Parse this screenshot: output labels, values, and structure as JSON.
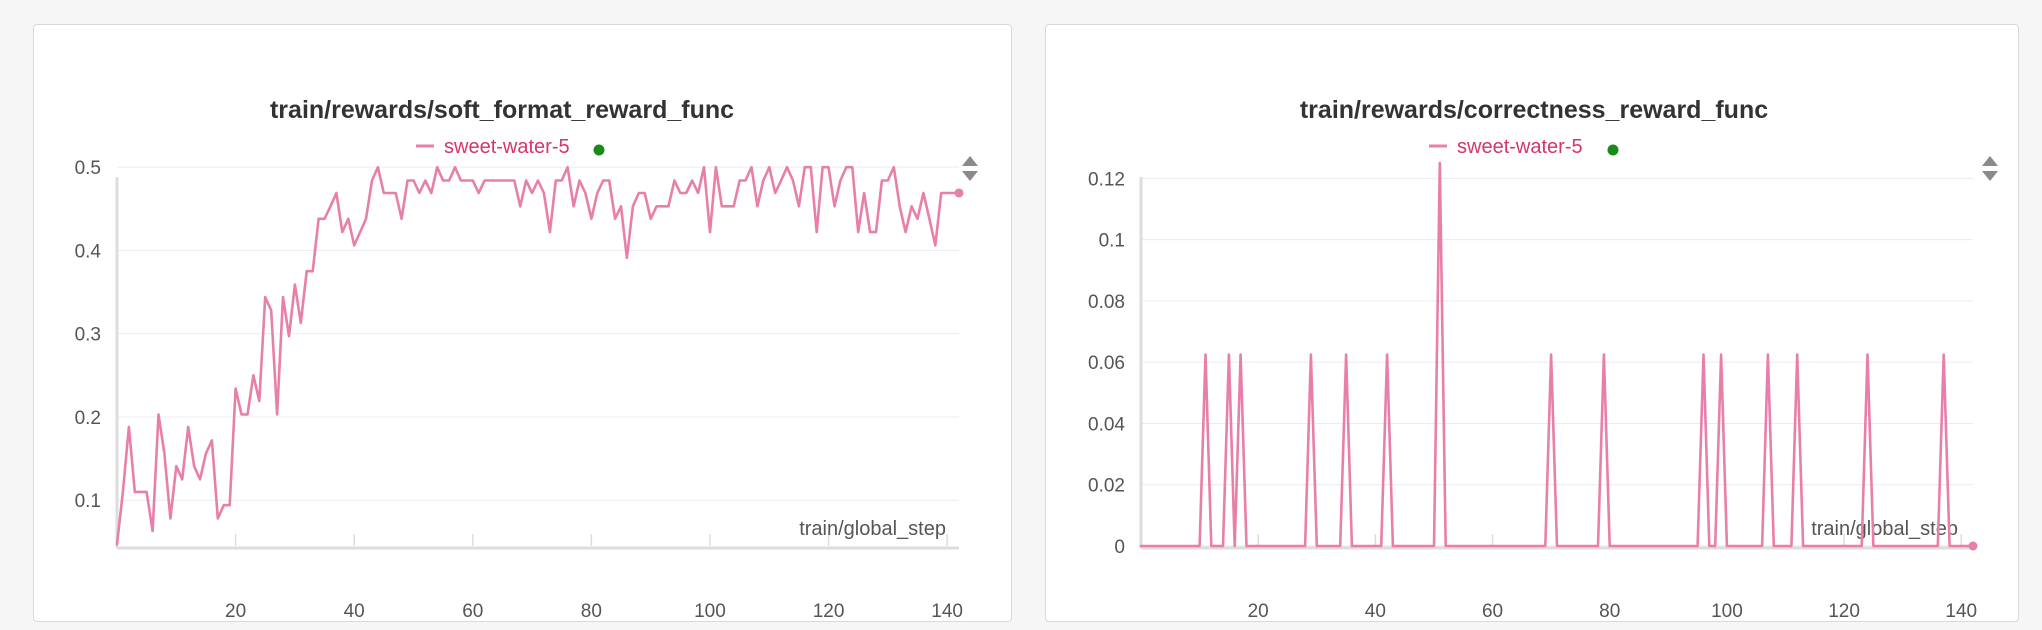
{
  "colors": {
    "series": "#e87fa8",
    "legend_text": "#d4356b",
    "status_dot": "#1a8a1a",
    "scroll_icon": "#8a8a8a"
  },
  "icons": {
    "status": "status-dot-icon",
    "scroll": "scroll-arrows-icon"
  },
  "chart_data": [
    {
      "type": "line",
      "title": "train/rewards/soft_format_reward_func",
      "xlabel": "train/global_step",
      "ylabel": "",
      "legend": "sweet-water-5",
      "xlim": [
        0,
        142
      ],
      "ylim": [
        0.045,
        0.505
      ],
      "xticks": [
        20,
        40,
        60,
        80,
        100,
        120,
        140
      ],
      "yticks": [
        0.1,
        0.2,
        0.3,
        0.4,
        0.5
      ],
      "ytick_labels": [
        "0.1",
        "0.2",
        "0.3",
        "0.4",
        "0.5"
      ],
      "grid": true,
      "end_marker": true,
      "series": [
        {
          "name": "sweet-water-5",
          "x": [
            0,
            1,
            2,
            3,
            4,
            5,
            6,
            7,
            8,
            9,
            10,
            11,
            12,
            13,
            14,
            15,
            16,
            17,
            18,
            19,
            20,
            21,
            22,
            23,
            24,
            25,
            26,
            27,
            28,
            29,
            30,
            31,
            32,
            33,
            34,
            35,
            36,
            37,
            38,
            39,
            40,
            41,
            42,
            43,
            44,
            45,
            46,
            47,
            48,
            49,
            50,
            51,
            52,
            53,
            54,
            55,
            56,
            57,
            58,
            59,
            60,
            61,
            62,
            63,
            64,
            65,
            66,
            67,
            68,
            69,
            70,
            71,
            72,
            73,
            74,
            75,
            76,
            77,
            78,
            79,
            80,
            81,
            82,
            83,
            84,
            85,
            86,
            87,
            88,
            89,
            90,
            91,
            92,
            93,
            94,
            95,
            96,
            97,
            98,
            99,
            100,
            101,
            102,
            103,
            104,
            105,
            106,
            107,
            108,
            109,
            110,
            111,
            112,
            113,
            114,
            115,
            116,
            117,
            118,
            119,
            120,
            121,
            122,
            123,
            124,
            125,
            126,
            127,
            128,
            129,
            130,
            131,
            132,
            133,
            134,
            135,
            136,
            137,
            138,
            139,
            140,
            141,
            142
          ],
          "y": [
            0.047,
            0.11,
            0.188,
            0.11,
            0.11,
            0.11,
            0.063,
            0.203,
            0.156,
            0.078,
            0.141,
            0.125,
            0.188,
            0.141,
            0.125,
            0.156,
            0.172,
            0.078,
            0.094,
            0.094,
            0.234,
            0.203,
            0.203,
            0.25,
            0.219,
            0.344,
            0.328,
            0.203,
            0.344,
            0.297,
            0.359,
            0.313,
            0.375,
            0.375,
            0.438,
            0.438,
            0.453,
            0.469,
            0.422,
            0.438,
            0.406,
            0.422,
            0.438,
            0.484,
            0.5,
            0.469,
            0.469,
            0.469,
            0.438,
            0.484,
            0.484,
            0.469,
            0.484,
            0.469,
            0.5,
            0.484,
            0.484,
            0.5,
            0.484,
            0.484,
            0.484,
            0.469,
            0.484,
            0.484,
            0.484,
            0.484,
            0.484,
            0.484,
            0.453,
            0.484,
            0.469,
            0.484,
            0.469,
            0.422,
            0.484,
            0.484,
            0.5,
            0.453,
            0.484,
            0.469,
            0.438,
            0.469,
            0.484,
            0.484,
            0.438,
            0.453,
            0.391,
            0.453,
            0.469,
            0.469,
            0.438,
            0.453,
            0.453,
            0.453,
            0.484,
            0.469,
            0.469,
            0.484,
            0.469,
            0.5,
            0.422,
            0.5,
            0.453,
            0.453,
            0.453,
            0.484,
            0.484,
            0.5,
            0.453,
            0.484,
            0.5,
            0.469,
            0.484,
            0.5,
            0.484,
            0.453,
            0.5,
            0.5,
            0.422,
            0.5,
            0.5,
            0.453,
            0.484,
            0.5,
            0.5,
            0.422,
            0.469,
            0.422,
            0.422,
            0.484,
            0.484,
            0.5,
            0.453,
            0.422,
            0.453,
            0.438,
            0.469,
            0.438,
            0.406,
            0.469,
            0.469,
            0.469,
            0.469
          ]
        }
      ]
    },
    {
      "type": "line",
      "title": "train/rewards/correctness_reward_func",
      "xlabel": "train/global_step",
      "ylabel": "",
      "legend": "sweet-water-5",
      "xlim": [
        0,
        142
      ],
      "ylim": [
        0,
        0.125
      ],
      "xticks": [
        20,
        40,
        60,
        80,
        100,
        120,
        140
      ],
      "yticks": [
        0,
        0.02,
        0.04,
        0.06,
        0.08,
        0.1,
        0.12
      ],
      "ytick_labels": [
        "0",
        "0.02",
        "0.04",
        "0.06",
        "0.08",
        "0.1",
        "0.12"
      ],
      "grid": true,
      "end_marker": true,
      "series": [
        {
          "name": "sweet-water-5",
          "x": [
            0,
            10,
            11,
            12,
            14,
            15,
            16,
            17,
            18,
            28,
            29,
            30,
            34,
            35,
            36,
            41,
            42,
            43,
            50,
            51,
            52,
            69,
            70,
            71,
            78,
            79,
            80,
            95,
            96,
            97,
            98,
            99,
            100,
            106,
            107,
            108,
            111,
            112,
            113,
            123,
            124,
            125,
            136,
            137,
            138,
            142
          ],
          "y": [
            0,
            0,
            0.0625,
            0,
            0,
            0.0625,
            0,
            0.0625,
            0,
            0,
            0.0625,
            0,
            0,
            0.0625,
            0,
            0,
            0.0625,
            0,
            0,
            0.125,
            0,
            0,
            0.0625,
            0,
            0,
            0.0625,
            0,
            0,
            0.0625,
            0,
            0,
            0.0625,
            0,
            0,
            0.0625,
            0,
            0,
            0.0625,
            0,
            0,
            0.0625,
            0,
            0,
            0.0625,
            0,
            0
          ]
        }
      ]
    }
  ]
}
